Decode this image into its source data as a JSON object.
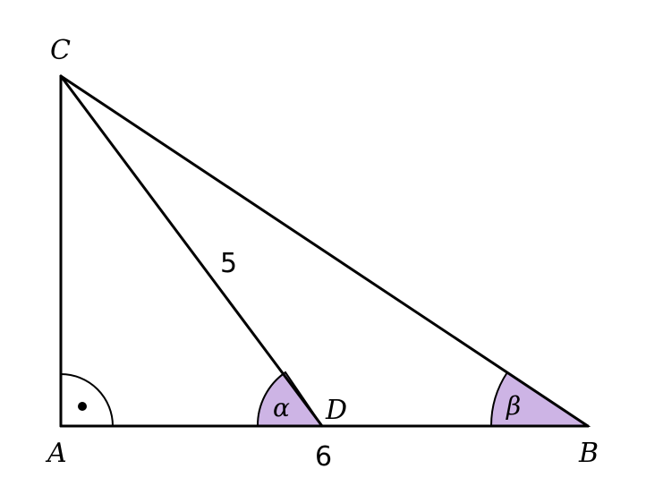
{
  "figure": {
    "vertices": {
      "A": "A",
      "B": "B",
      "C": "C",
      "D": "D"
    },
    "angles": {
      "alpha": "α",
      "beta": "β"
    },
    "measures": {
      "CD": "5",
      "AB": "6"
    },
    "right_angle_at": "A",
    "colors": {
      "angle_fill": "#cdb4e5",
      "stroke": "#000000"
    }
  }
}
